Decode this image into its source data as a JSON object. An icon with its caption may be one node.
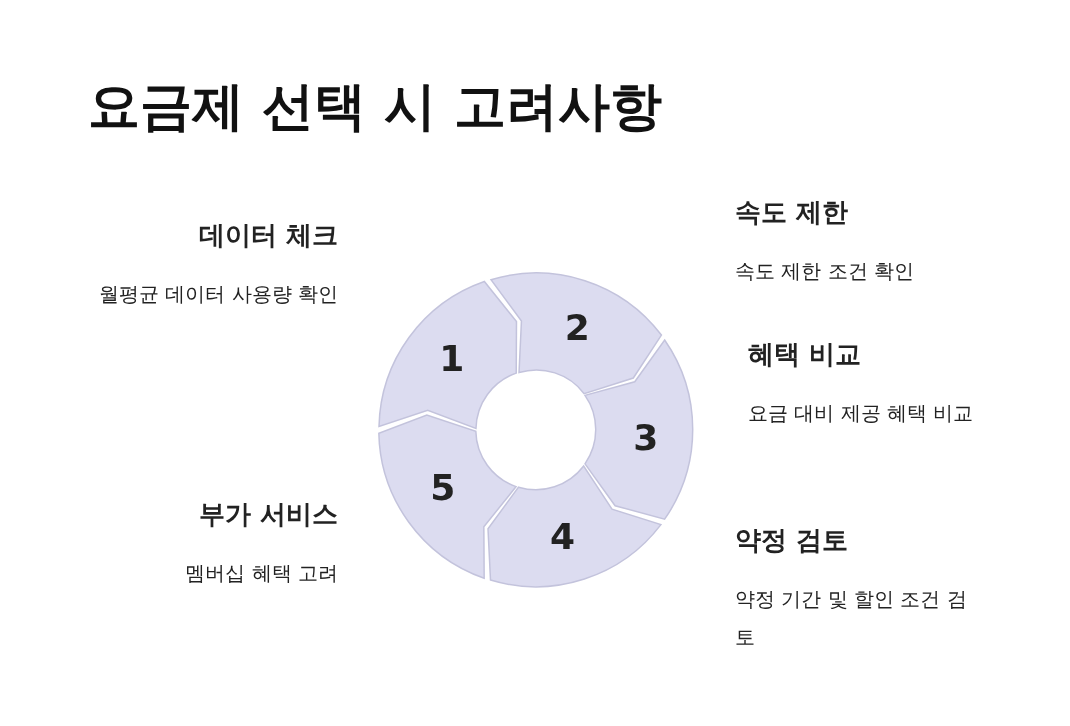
{
  "diagram": {
    "title": "요금제 선택 시 고려사항",
    "nodes": [
      {
        "text": [
          "1"
        ],
        "beside": [
          "데이터 체크",
          "월평균 데이터 사용량 확인"
        ]
      },
      {
        "text": [
          "2"
        ],
        "beside": [
          "속도 제한",
          "속도 제한 조건 확인"
        ]
      },
      {
        "text": [
          "3"
        ],
        "beside": [
          "혜택 비교",
          "요금 대비 제공 혜택 비교"
        ]
      },
      {
        "text": [
          "4"
        ],
        "beside": [
          "약정 검토",
          "약정 기간 및 할인 조건 검토"
        ]
      },
      {
        "text": [
          "5"
        ],
        "beside": [
          "부가 서비스",
          "멤버십 혜택 고려"
        ]
      }
    ]
  }
}
